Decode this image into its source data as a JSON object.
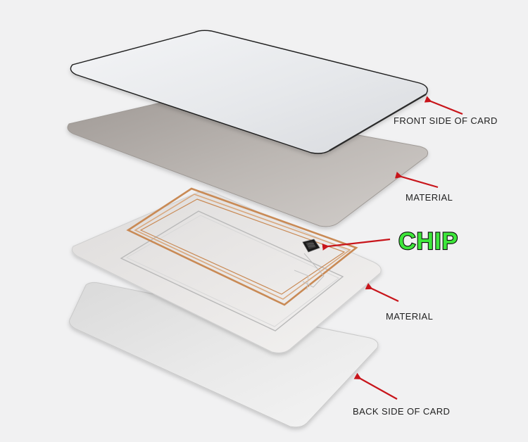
{
  "colors": {
    "background": "#f1f1f2",
    "arrow": "#c8151b",
    "label_text": "#1f1f1f",
    "chip_fill": "#3ee63b",
    "chip_stroke": "#0b0b0b",
    "antenna": "#c98a55"
  },
  "labels": {
    "front_side": "FRONT SIDE OF CARD",
    "material_top": "MATERIAL",
    "chip": "CHIP",
    "material_bottom": "MATERIAL",
    "back_side": "BACK SIDE OF CARD"
  },
  "icons": {
    "arrow": "red-arrow-icon",
    "chip_module": "microchip-icon"
  }
}
